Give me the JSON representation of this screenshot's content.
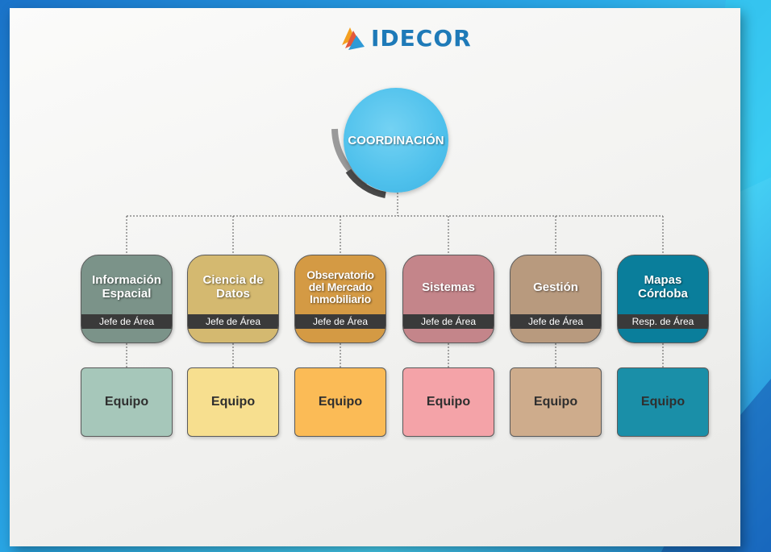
{
  "logo": {
    "text": "IDECOR"
  },
  "coordination": {
    "label": "COORDINACIÓN",
    "color": "#4fc1ec"
  },
  "areas": [
    {
      "title": "Información Espacial",
      "role": "Jefe de Área",
      "color": "#7b9389",
      "team": "Equipo",
      "team_color": "#a6c7ba"
    },
    {
      "title": "Ciencia de Datos",
      "role": "Jefe de Área",
      "color": "#d4b970",
      "team": "Equipo",
      "team_color": "#f7df8f"
    },
    {
      "title": "Observatorio del Mercado Inmobiliario",
      "role": "Jefe de Área",
      "color": "#d49a44",
      "team": "Equipo",
      "team_color": "#fbbb56"
    },
    {
      "title": "Sistemas",
      "role": "Jefe de Área",
      "color": "#c4858a",
      "team": "Equipo",
      "team_color": "#f4a3a8"
    },
    {
      "title": "Gestión",
      "role": "Jefe de Área",
      "color": "#b89a7e",
      "team": "Equipo",
      "team_color": "#ceac8c"
    },
    {
      "title": "Mapas Córdoba",
      "role": "Resp. de Área",
      "color": "#0a7e9b",
      "team": "Equipo",
      "team_color": "#1a8fa8"
    }
  ]
}
